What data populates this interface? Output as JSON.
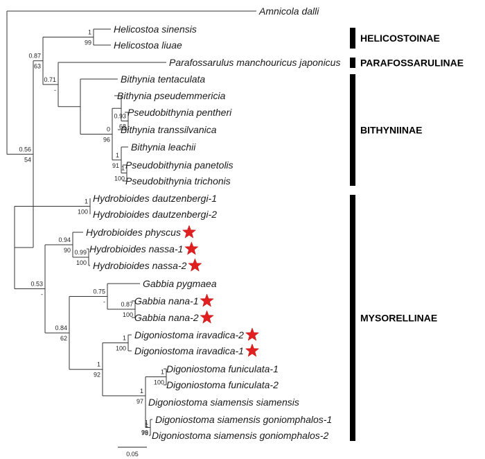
{
  "taxa": [
    {
      "key": "amnicola",
      "label": "Amnicola dalli",
      "star": false
    },
    {
      "key": "heli_sin",
      "label": "Helicostoa sinensis",
      "star": false
    },
    {
      "key": "heli_liu",
      "label": "Helicostoa liuae",
      "star": false
    },
    {
      "key": "parafoss",
      "label": "Parafossarulus manchouricus japonicus",
      "star": false
    },
    {
      "key": "bith_ten",
      "label": "Bithynia tentaculata",
      "star": false
    },
    {
      "key": "bith_pse",
      "label": "Bithynia pseudemmericia",
      "star": false
    },
    {
      "key": "pseu_pen",
      "label": "Pseudobithynia pentheri",
      "star": false
    },
    {
      "key": "bith_tra",
      "label": "Bithynia transsilvanica",
      "star": false
    },
    {
      "key": "bith_lea",
      "label": "Bithynia leachii",
      "star": false
    },
    {
      "key": "pseu_pan",
      "label": "Pseudobithynia panetolis",
      "star": false
    },
    {
      "key": "pseu_tri",
      "label": "Pseudobithynia trichonis",
      "star": false
    },
    {
      "key": "hyd_dau1",
      "label": "Hydrobioides dautzenbergi-1",
      "star": false
    },
    {
      "key": "hyd_dau2",
      "label": "Hydrobioides dautzenbergi-2",
      "star": false
    },
    {
      "key": "hyd_phy",
      "label": "Hydrobioides physcus",
      "star": true
    },
    {
      "key": "hyd_nas1",
      "label": "Hydrobioides nassa-1",
      "star": true
    },
    {
      "key": "hyd_nas2",
      "label": "Hydrobioides nassa-2",
      "star": true
    },
    {
      "key": "gab_pyg",
      "label": "Gabbia pygmaea",
      "star": false
    },
    {
      "key": "gab_nan1",
      "label": "Gabbia nana-1",
      "star": true
    },
    {
      "key": "gab_nan2",
      "label": "Gabbia nana-2",
      "star": true
    },
    {
      "key": "dig_ira2",
      "label": "Digoniostoma iravadica-2",
      "star": true
    },
    {
      "key": "dig_ira1",
      "label": "Digoniostoma iravadica-1",
      "star": true
    },
    {
      "key": "dig_fun1",
      "label": "Digoniostoma funiculata-1",
      "star": false
    },
    {
      "key": "dig_fun2",
      "label": "Digoniostoma funiculata-2",
      "star": false
    },
    {
      "key": "dig_sia",
      "label": "Digoniostoma siamensis siamensis",
      "star": false
    },
    {
      "key": "dig_gon1",
      "label": "Digoniostoma siamensis goniomphalos-1",
      "star": false
    },
    {
      "key": "dig_gon2",
      "label": "Digoniostoma siamensis goniomphalos-2",
      "star": false
    }
  ],
  "nodes": [
    {
      "id": "root",
      "children": [
        "amnicola",
        "n_a"
      ],
      "support_above": "",
      "support_below": ""
    },
    {
      "id": "n_a",
      "children": [
        "n_b",
        "n_j"
      ],
      "support_above": "0.56",
      "support_below": "54"
    },
    {
      "id": "n_b",
      "children": [
        "n_c",
        "n_d"
      ],
      "support_above": "0.87",
      "support_below": "63"
    },
    {
      "id": "n_c",
      "children": [
        "heli_sin",
        "heli_liu"
      ],
      "support_above": "1",
      "support_below": "99"
    },
    {
      "id": "n_d",
      "children": [
        "parafoss",
        "n_e"
      ],
      "support_above": "0.71",
      "support_below": "-"
    },
    {
      "id": "n_e",
      "children": [
        "bith_ten",
        "n_f"
      ],
      "support_above": "",
      "support_below": ""
    },
    {
      "id": "n_f",
      "children": [
        "n_g",
        "n_h"
      ],
      "support_above": "0",
      "support_below": "96"
    },
    {
      "id": "n_g",
      "children": [
        "bith_pse",
        "n_g2"
      ],
      "support_above": "",
      "support_below": ""
    },
    {
      "id": "n_g2",
      "children": [
        "pseu_pen",
        "bith_tra"
      ],
      "support_above": "0.93",
      "support_below": "68"
    },
    {
      "id": "n_h",
      "children": [
        "bith_lea",
        "n_i"
      ],
      "support_above": "1",
      "support_below": "91"
    },
    {
      "id": "n_i",
      "children": [
        "pseu_pan",
        "pseu_tri"
      ],
      "support_above": "1",
      "support_below": "100"
    },
    {
      "id": "n_j",
      "children": [
        "n_k",
        "n_l"
      ],
      "support_above": "",
      "support_below": ""
    },
    {
      "id": "n_k",
      "children": [
        "hyd_dau1",
        "hyd_dau2"
      ],
      "support_above": "1",
      "support_below": "100"
    },
    {
      "id": "n_l",
      "children": [
        "n_m",
        "n_o"
      ],
      "support_above": "0.53",
      "support_below": "-"
    },
    {
      "id": "n_m",
      "children": [
        "hyd_phy",
        "n_n"
      ],
      "support_above": "0.94",
      "support_below": "90"
    },
    {
      "id": "n_n",
      "children": [
        "hyd_nas1",
        "hyd_nas2"
      ],
      "support_above": "0.99",
      "support_below": "100"
    },
    {
      "id": "n_o",
      "children": [
        "n_p",
        "n_r"
      ],
      "support_above": "0.84",
      "support_below": "62"
    },
    {
      "id": "n_p",
      "children": [
        "gab_pyg",
        "n_q"
      ],
      "support_above": "0.75",
      "support_below": "-"
    },
    {
      "id": "n_q",
      "children": [
        "gab_nan1",
        "gab_nan2"
      ],
      "support_above": "0.87",
      "support_below": "100"
    },
    {
      "id": "n_r",
      "children": [
        "n_s",
        "n_t"
      ],
      "support_above": "1",
      "support_below": "92"
    },
    {
      "id": "n_s",
      "children": [
        "dig_ira2",
        "dig_ira1"
      ],
      "support_above": "1",
      "support_below": "100"
    },
    {
      "id": "n_t",
      "children": [
        "n_u",
        "n_v"
      ],
      "support_above": "1",
      "support_below": "97"
    },
    {
      "id": "n_u",
      "children": [
        "dig_fun1",
        "dig_fun2"
      ],
      "support_above": "1",
      "support_below": "100"
    },
    {
      "id": "n_v",
      "children": [
        "dig_sia",
        "n_w"
      ],
      "support_above": "",
      "support_below": ""
    },
    {
      "id": "n_w",
      "children": [
        "dig_gon1",
        "dig_gon2"
      ],
      "support_above": "1",
      "support_below": "78"
    },
    {
      "id": "n_w2",
      "children": [],
      "support_above": "1",
      "support_below": "99"
    }
  ],
  "clades": [
    {
      "label": "HELICOSTOINAE",
      "from": "heli_sin",
      "to": "heli_liu"
    },
    {
      "label": "PARAFOSSARULINAE",
      "from": "parafoss",
      "to": "parafoss"
    },
    {
      "label": "BITHYNIINAE",
      "from": "bith_ten",
      "to": "pseu_tri"
    },
    {
      "label": "MYSORELLINAE",
      "from": "hyd_dau1",
      "to": "dig_gon2"
    }
  ],
  "scale_bar": {
    "label": "0.05",
    "value": 0.05
  }
}
